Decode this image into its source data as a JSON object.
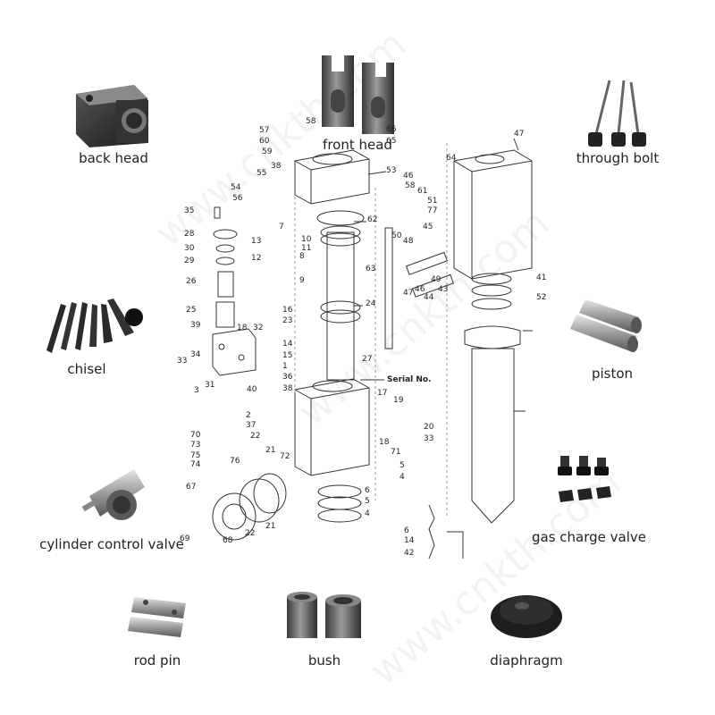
{
  "watermark": "www.cnkth.com",
  "products": {
    "back_head": "back head",
    "front_head": "front head",
    "through_bolt": "through bolt",
    "chisel": "chisel",
    "piston": "piston",
    "cylinder_control_valve": "cylinder control valve",
    "gas_charge_valve": "gas charge valve",
    "rod_pin": "rod pin",
    "bush": "bush",
    "diaphragm": "diaphragm"
  },
  "diagram": {
    "serial_label": "Serial No.",
    "callouts": [
      "57",
      "58",
      "60",
      "59",
      "66",
      "65",
      "53",
      "54",
      "55",
      "38",
      "56",
      "35",
      "28",
      "30",
      "29",
      "26",
      "25",
      "7",
      "13",
      "12",
      "10",
      "11",
      "8",
      "9",
      "62",
      "63",
      "24",
      "16",
      "23",
      "14",
      "15",
      "1",
      "36",
      "27",
      "39",
      "18",
      "32",
      "33",
      "34",
      "31",
      "3",
      "40",
      "38",
      "2",
      "37",
      "22",
      "21",
      "17",
      "19",
      "20",
      "18",
      "71",
      "33",
      "70",
      "73",
      "75",
      "74",
      "76",
      "72",
      "67",
      "69",
      "68",
      "22",
      "21",
      "5",
      "4",
      "6",
      "5",
      "4",
      "6",
      "14",
      "42",
      "64",
      "47",
      "46",
      "58",
      "61",
      "51",
      "77",
      "45",
      "48",
      "50",
      "49",
      "47",
      "46",
      "44",
      "43",
      "41",
      "52"
    ]
  }
}
